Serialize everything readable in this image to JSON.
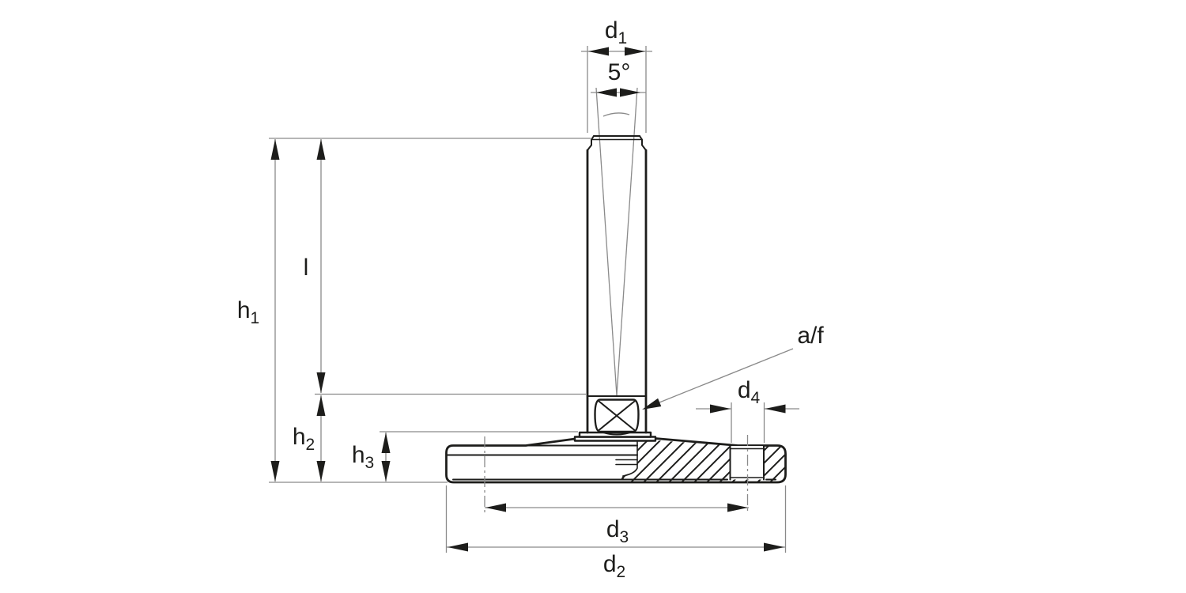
{
  "drawing": {
    "background_color": "#ffffff",
    "outline_color": "#1d1d1b",
    "dimension_line_color": "#8a8a8a",
    "description_labels": {
      "d1": {
        "base": "d",
        "sub": "1"
      },
      "angle": {
        "text": "5°"
      },
      "h1": {
        "base": "h",
        "sub": "1"
      },
      "length": {
        "text": "l"
      },
      "h2": {
        "base": "h",
        "sub": "2"
      },
      "h3": {
        "base": "h",
        "sub": "3"
      },
      "across_flats": {
        "text": "a/f"
      },
      "d4": {
        "base": "d",
        "sub": "4"
      },
      "d3": {
        "base": "d",
        "sub": "3"
      },
      "d2": {
        "base": "d",
        "sub": "2"
      }
    }
  }
}
